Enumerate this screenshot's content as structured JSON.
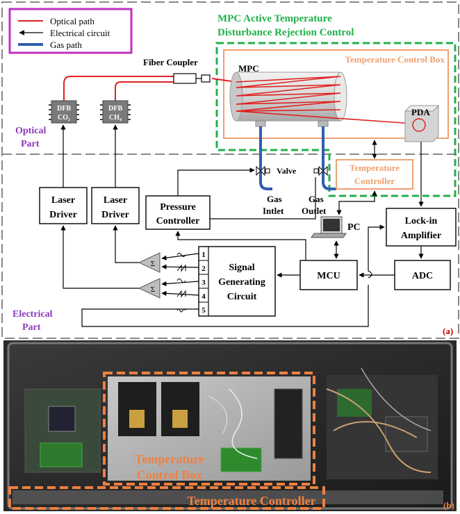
{
  "legend": {
    "optical": "Optical path",
    "electrical": "Electrical circuit",
    "gas": "Gas path"
  },
  "titles": {
    "mpc_control_line1": "MPC Active Temperature",
    "mpc_control_line2": "Disturbance Rejection Control",
    "optical_line1": "Optical",
    "optical_line2": "Part",
    "electrical_line1": "Electrical",
    "electrical_line2": "Part",
    "panel_a": "(a)",
    "panel_b": "(b)"
  },
  "components": {
    "fiber_coupler": "Fiber Coupler",
    "temp_control_box": "Temperature Control Box",
    "mpc": "MPC",
    "pda": "PDA",
    "dfb_co2_top": "DFB",
    "dfb_co2_bottom": "CO₂",
    "dfb_ch4_top": "DFB",
    "dfb_ch4_bottom": "CH₄",
    "valve": "Valve",
    "gas_intlet_1": "Gas",
    "gas_intlet_2": "Intlet",
    "gas_outlet_1": "Gas",
    "gas_outlet_2": "Outlet",
    "temp_controller_1": "Temperature",
    "temp_controller_2": "Controller",
    "laser_driver_1a": "Laser",
    "laser_driver_1b": "Driver",
    "laser_driver_2a": "Laser",
    "laser_driver_2b": "Driver",
    "pressure_controller_1": "Pressure",
    "pressure_controller_2": "Controller",
    "pc": "PC",
    "lockin_1": "Lock-in",
    "lockin_2": "Amplifier",
    "adc": "ADC",
    "mcu": "MCU",
    "signal_gen_1": "Signal",
    "signal_gen_2": "Generating",
    "signal_gen_3": "Circuit",
    "sigma": "Σ",
    "ports": [
      "1",
      "2",
      "3",
      "4",
      "5"
    ]
  },
  "photo_labels": {
    "box_1": "Temperature",
    "box_2": "Control Box",
    "controller": "Temperature Controller"
  },
  "colors": {
    "optical": "#e02020",
    "gas": "#2f5fb0",
    "legend_border": "#c030c0",
    "mpc_green": "#22b04b",
    "temp_orange": "#f0a070",
    "part_purple": "#8a3ab9",
    "photo_orange": "#f08040"
  }
}
